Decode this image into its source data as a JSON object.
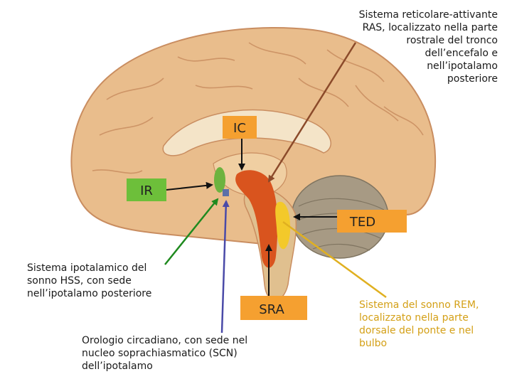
{
  "labels": {
    "ic": "IC",
    "ir": "IR",
    "ted": "TED",
    "sra": "SRA"
  },
  "captions": {
    "ras": [
      "Sistema reticolare-attivante",
      "RAS, localizzato nella parte",
      "rostrale del tronco",
      "dell’encefalo e",
      "nell’ipotalamo",
      "posteriore"
    ],
    "hss": [
      "Sistema ipotalamico del",
      "sonno HSS, con sede",
      "nell’ipotalamo posteriore"
    ],
    "scn": [
      "Orologio circadiano, con sede nel",
      "nucleo soprachiasmatico (SCN)",
      "dell’ipotalamo"
    ],
    "rem": [
      "Sistema del sonno REM,",
      "localizzato nella parte",
      "dorsale del ponte e nel",
      "bulbo"
    ]
  },
  "colors": {
    "box_fill": "#f5a030",
    "ir_fill": "#6dbf3a",
    "brain_fill": "#e9bd8c",
    "brain_outline": "#c98d60",
    "cerebellum": "#a79a84",
    "ras_region": "#d9541e",
    "rem_region": "#f3c92a",
    "hss_region": "#6db33f",
    "scn_region": "#5b6fa8",
    "ras_arrow": "#8b4a2a",
    "hss_arrow": "#1f8a1f",
    "scn_arrow": "#4a4aa8",
    "rem_arrow": "#e0b020",
    "rem_text": "#d4a017"
  }
}
